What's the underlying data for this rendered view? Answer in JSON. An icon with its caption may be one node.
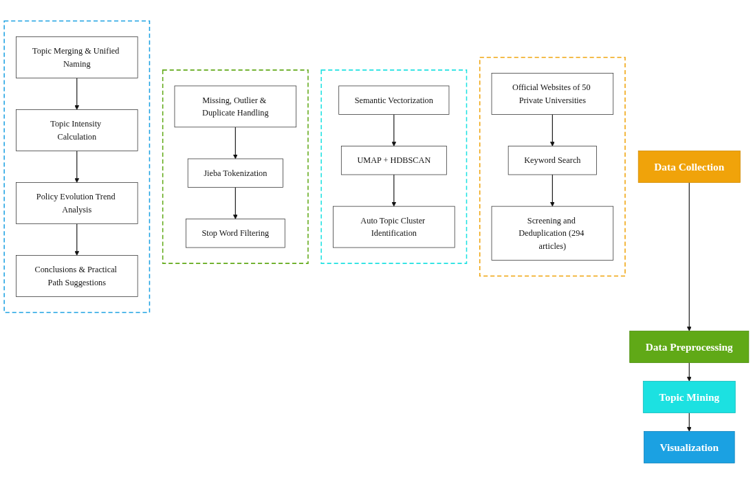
{
  "diagram": {
    "nodes": [
      {
        "text": [],
        "shape": "box"
      },
      {
        "text": [
          "Official Websites of 50 Private Universities"
        ],
        "in": 0
      },
      {
        "text": [
          "Keyword Search"
        ],
        "in": 0
      },
      {
        "text": [
          "Screening and Deduplication (294 articles)"
        ],
        "in": 0
      },
      {
        "text": [],
        "shape": "box"
      },
      {
        "text": [
          "Semantic Vectorization"
        ],
        "in": 4
      },
      {
        "text": [
          "UMAP + HDBSCAN"
        ],
        "in": 4
      },
      {
        "text": [
          "Auto Topic Cluster Identification"
        ],
        "in": 4
      },
      {
        "text": [
          "Data Collection"
        ]
      },
      {
        "text": [
          "Data Preprocessing"
        ]
      },
      {
        "text": [
          "Topic Mining"
        ]
      },
      {
        "text": [
          "Visualization"
        ]
      },
      {
        "text": [],
        "shape": "box"
      },
      {
        "text": [
          "Missing, Outlier & Duplicate Handling"
        ],
        "in": 12
      },
      {
        "text": [
          "Jieba Tokenization"
        ],
        "in": 12
      },
      {
        "text": [
          "Stop Word Filtering"
        ],
        "in": 12
      },
      {
        "text": [],
        "shape": "box"
      },
      {
        "text": [
          "Topic Merging & Unified Naming"
        ],
        "in": 16
      },
      {
        "text": [
          "Topic Intensity Calculation"
        ],
        "in": 16
      },
      {
        "text": [
          "Policy Evolution Trend Analysis"
        ],
        "in": 16
      },
      {
        "text": [
          "Conclusions & Practical Path Suggestions"
        ],
        "in": 16
      }
    ],
    "edges": [
      {
        "from": 1,
        "to": 2,
        "arrow": "to"
      },
      {
        "from": 2,
        "to": 3,
        "arrow": "to"
      },
      {
        "from": 5,
        "to": 6,
        "arrow": "to"
      },
      {
        "from": 6,
        "to": 7,
        "arrow": "to"
      },
      {
        "from": 8,
        "to": 9,
        "arrow": "to"
      },
      {
        "from": 9,
        "to": 10,
        "arrow": "to"
      },
      {
        "from": 10,
        "to": 11,
        "arrow": "to"
      },
      {
        "from": 13,
        "to": 14,
        "arrow": "to"
      },
      {
        "from": 14,
        "to": 15,
        "arrow": "to"
      },
      {
        "from": 17,
        "to": 18,
        "arrow": "to"
      },
      {
        "from": 18,
        "to": 19,
        "arrow": "to"
      },
      {
        "from": 19,
        "to": 20,
        "arrow": "to"
      }
    ]
  }
}
